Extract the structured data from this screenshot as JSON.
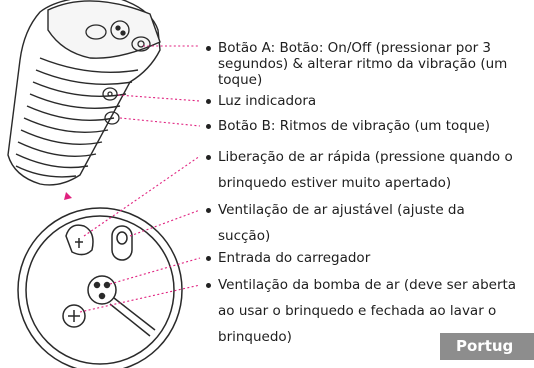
{
  "annotations": {
    "button_a": "Botão A: Botão: On/Off (pressionar por 3 segundos) & alterar ritmo da vibração (um toque)",
    "indicator_light": "Luz indicadora",
    "button_b": "Botão B: Ritmos de vibração (um toque)",
    "quick_release": "Liberação de ar rápida (pressione quando o brinquedo estiver muito apertado)",
    "adjustable_vent": "Ventilação de ar ajustável (ajuste da sucção)",
    "charger_port": "Entrada do carregador",
    "pump_vent": "Ventilação da bomba de ar (deve ser aberta ao usar o brinquedo e fechada ao lavar o brinquedo)"
  },
  "language_badge": "Portug",
  "colors": {
    "leader_line": "#e0217f",
    "outline": "#2a2a2a",
    "badge_bg": "#8d8d8d"
  }
}
